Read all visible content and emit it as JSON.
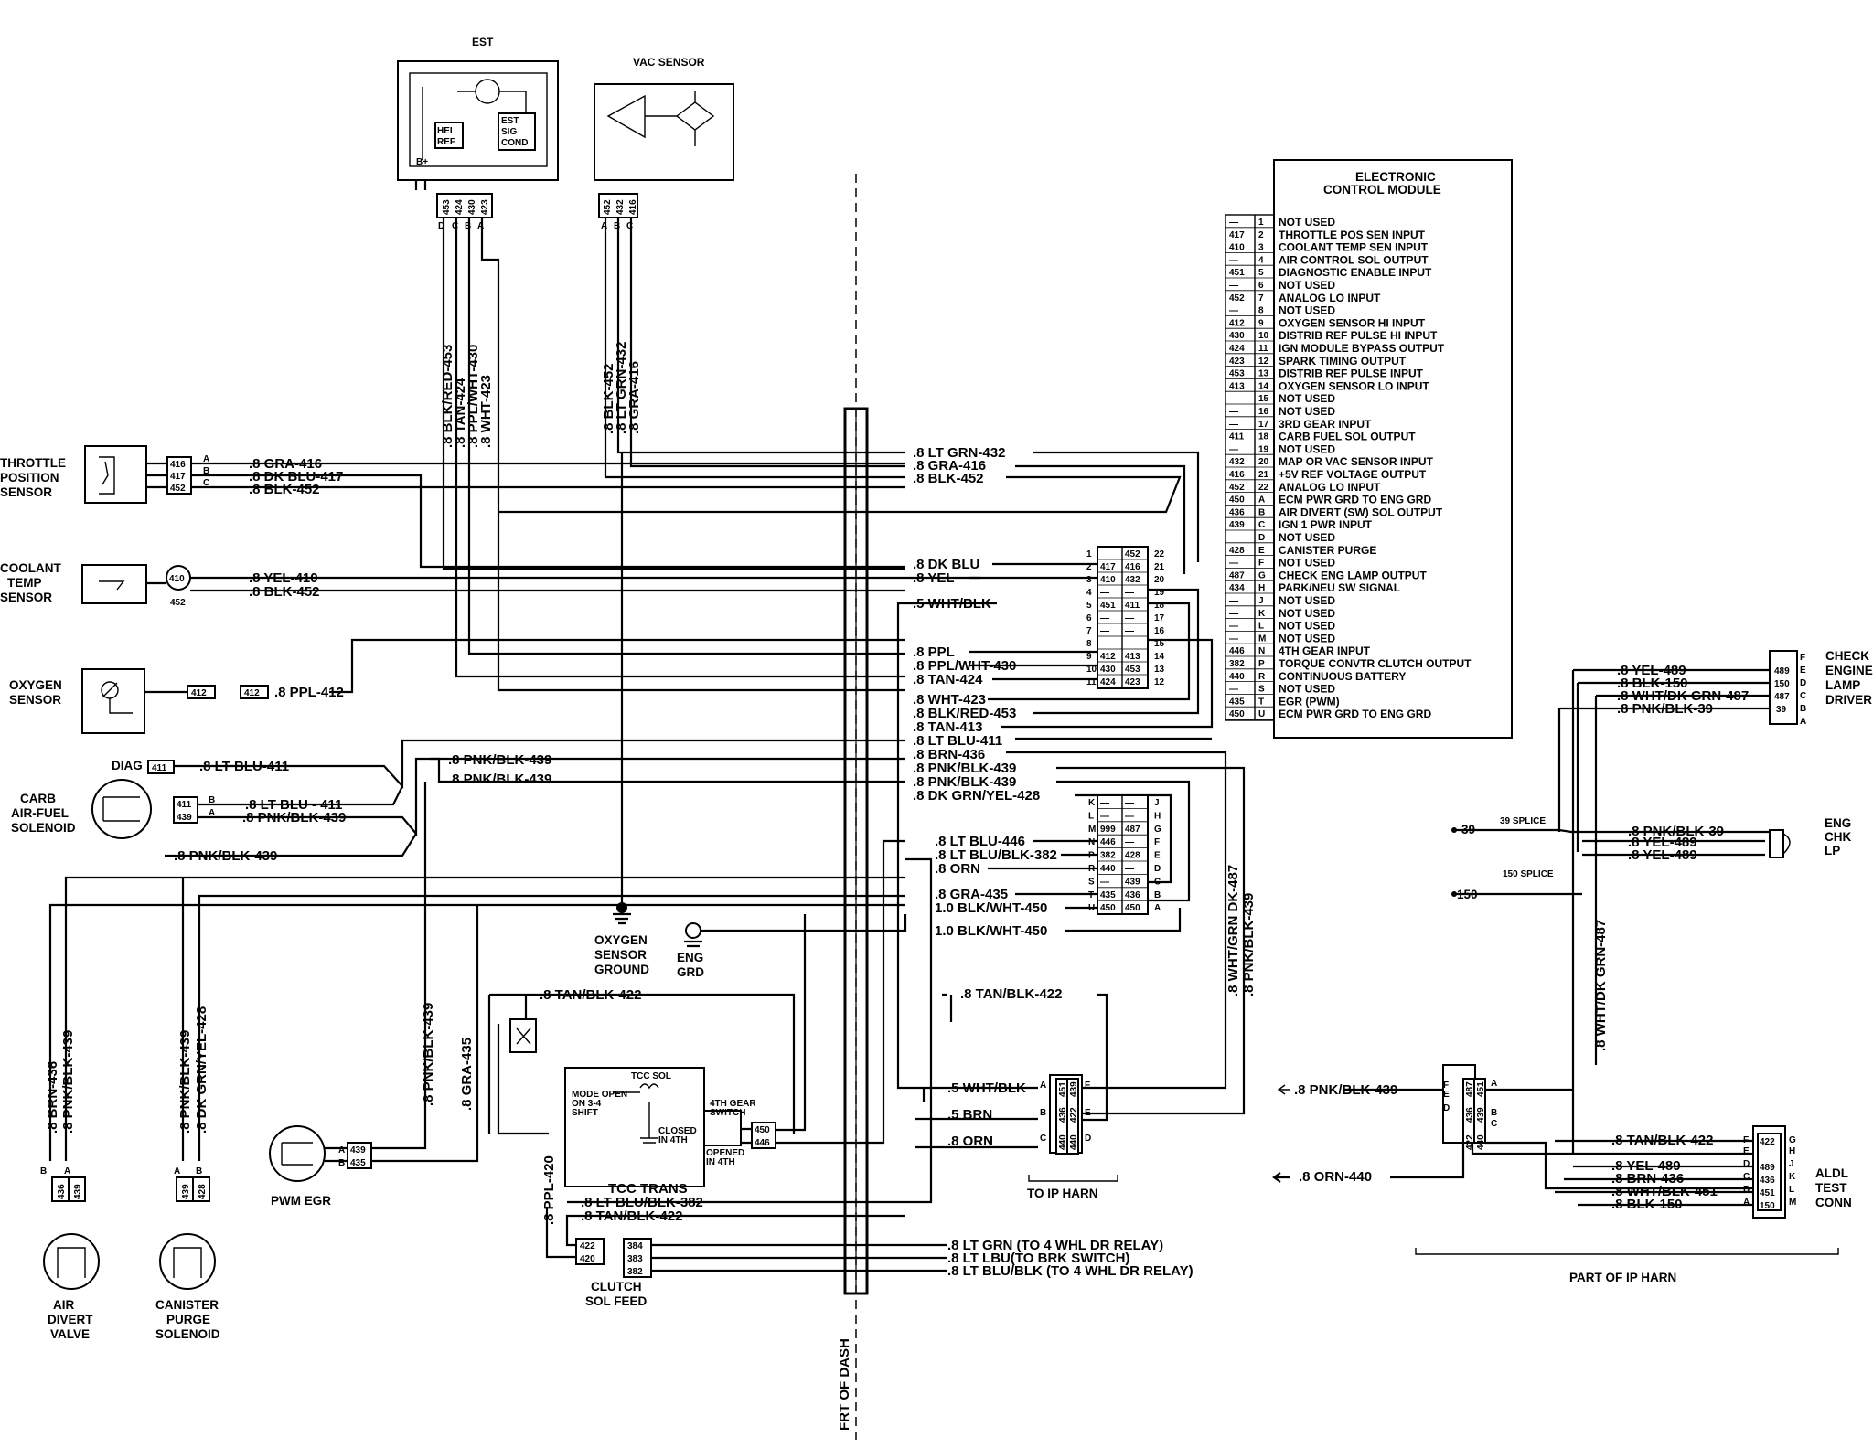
{
  "components": {
    "est": {
      "title": "EST",
      "hei_ref": "HEI\nREF",
      "est_sig": "EST\nSIG\nCOND",
      "b_plus": "B+",
      "pins": [
        "453",
        "424",
        "430",
        "423"
      ],
      "pin_letters": [
        "D",
        "C",
        "B",
        "A"
      ]
    },
    "vac_sensor": {
      "title": "VAC SENSOR",
      "pins": [
        "452",
        "432",
        "416"
      ],
      "pin_letters": [
        "A",
        "B",
        "C"
      ]
    },
    "throttle": {
      "title": [
        "THROTTLE",
        "POSITION",
        "SENSOR"
      ],
      "pins": [
        "416",
        "417",
        "452"
      ],
      "pin_letters": [
        "A",
        "B",
        "C"
      ]
    },
    "coolant": {
      "title": [
        "COOLANT",
        "TEMP",
        "SENSOR"
      ],
      "pin": "410",
      "pin2": "452"
    },
    "oxygen": {
      "title": [
        "OXYGEN",
        "SENSOR"
      ],
      "pin": "412",
      "pin2": "412"
    },
    "diag": {
      "title": "DIAG",
      "pin": "411"
    },
    "carb": {
      "title": [
        "CARB",
        "AIR-FUEL",
        "SOLENOID"
      ],
      "pins": [
        "411",
        "439"
      ],
      "pin_letters": [
        "B",
        "A"
      ]
    },
    "pwm_egr": {
      "title": "PWM EGR",
      "pins": [
        "439",
        "435"
      ],
      "pin_letters": [
        "A",
        "B"
      ]
    },
    "air_divert": {
      "title": [
        "AIR",
        "DIVERT",
        "VALVE"
      ],
      "pins": [
        "436",
        "439"
      ],
      "pin_letters": [
        "B",
        "A"
      ]
    },
    "canister": {
      "title": [
        "CANISTER",
        "PURGE",
        "SOLENOID"
      ],
      "pins": [
        "439",
        "428"
      ],
      "pin_letters": [
        "A",
        "B"
      ]
    },
    "o2_ground": {
      "title": [
        "OXYGEN",
        "SENSOR",
        "GROUND"
      ]
    },
    "eng_grd": {
      "title": [
        "ENG",
        "GRD"
      ]
    },
    "tcc_trans": {
      "title": "TCC TRANS",
      "tcc_sol": "TCC SOL",
      "mode": "MODE OPEN\nON 3-4\nSHIFT",
      "closed": "CLOSED\nIN 4TH",
      "fourth": "4TH GEAR\nSWITCH",
      "opened": "OPENED\nIN 4TH",
      "pins": [
        "450",
        "446"
      ]
    },
    "clutch": {
      "title": [
        "CLUTCH",
        "SOL FEED"
      ],
      "pins_left": [
        "422",
        "420"
      ],
      "pins_right": [
        "384",
        "383",
        "382"
      ]
    },
    "to_ip": {
      "title": "TO IP HARN",
      "pins": [
        "451",
        "436",
        "440",
        "439",
        "422",
        "440"
      ]
    },
    "check_engine": {
      "title": [
        "CHECK",
        "ENGINE",
        "LAMP",
        "DRIVER"
      ],
      "pins": [
        "489",
        "150",
        "487",
        "39"
      ],
      "letters": [
        "F",
        "E",
        "D",
        "C",
        "B",
        "A"
      ]
    },
    "eng_chk_lp": {
      "title": [
        "ENG",
        "CHK",
        "LP"
      ]
    },
    "aldl": {
      "title": [
        "ALDL",
        "TEST",
        "CONN"
      ],
      "pins": [
        "422",
        "489",
        "436",
        "451",
        "150"
      ],
      "letters": [
        "G",
        "H",
        "J",
        "K",
        "L",
        "M"
      ]
    },
    "part_ip": {
      "title": "PART OF IP HARN"
    },
    "frt_dash": {
      "title": "FRT OF DASH"
    },
    "splice39": {
      "title": "39 SPLICE",
      "num": "39"
    },
    "splice150": {
      "title": "150 SPLICE",
      "num": "150"
    }
  },
  "ecm": {
    "title": [
      "ELECTRONIC",
      "CONTROL MODULE"
    ],
    "rows": [
      {
        "wire": "—",
        "pin": "1",
        "label": "NOT USED"
      },
      {
        "wire": "417",
        "pin": "2",
        "label": "THROTTLE POS SEN  INPUT"
      },
      {
        "wire": "410",
        "pin": "3",
        "label": "COOLANT TEMP SEN  INPUT"
      },
      {
        "wire": "—",
        "pin": "4",
        "label": "AIR CONTROL SOL  OUTPUT"
      },
      {
        "wire": "451",
        "pin": "5",
        "label": "DIAGNOSTIC ENABLE  INPUT"
      },
      {
        "wire": "—",
        "pin": "6",
        "label": "NOT USED"
      },
      {
        "wire": "452",
        "pin": "7",
        "label": "ANALOG LO INPUT"
      },
      {
        "wire": "—",
        "pin": "8",
        "label": "NOT USED"
      },
      {
        "wire": "412",
        "pin": "9",
        "label": "OXYGEN SENSOR HI  INPUT"
      },
      {
        "wire": "430",
        "pin": "10",
        "label": "DISTRIB REF PULSE  HI  INPUT"
      },
      {
        "wire": "424",
        "pin": "11",
        "label": "IGN MODULE BYPASS  OUTPUT"
      },
      {
        "wire": "423",
        "pin": "12",
        "label": "SPARK TIMING OUTPUT"
      },
      {
        "wire": "453",
        "pin": "13",
        "label": "DISTRIB REF PULSE  INPUT"
      },
      {
        "wire": "413",
        "pin": "14",
        "label": "OXYGEN SENSOR LO INPUT"
      },
      {
        "wire": "—",
        "pin": "15",
        "label": "NOT USED"
      },
      {
        "wire": "—",
        "pin": "16",
        "label": "NOT USED"
      },
      {
        "wire": "—",
        "pin": "17",
        "label": "3RD GEAR INPUT"
      },
      {
        "wire": "411",
        "pin": "18",
        "label": "CARB FUEL SOL  OUTPUT"
      },
      {
        "wire": "—",
        "pin": "19",
        "label": "NOT USED"
      },
      {
        "wire": "432",
        "pin": "20",
        "label": "MAP OR VAC SENSOR  INPUT"
      },
      {
        "wire": "416",
        "pin": "21",
        "label": "+5V REF VOLTAGE  OUTPUT"
      },
      {
        "wire": "452",
        "pin": "22",
        "label": "ANALOG LO INPUT"
      },
      {
        "wire": "450",
        "pin": "A",
        "label": "ECM PWR GRD TO ENG GRD"
      },
      {
        "wire": "436",
        "pin": "B",
        "label": "AIR DIVERT (SW) SOL  OUTPUT"
      },
      {
        "wire": "439",
        "pin": "C",
        "label": "IGN 1 PWR INPUT"
      },
      {
        "wire": "—",
        "pin": "D",
        "label": "NOT USED"
      },
      {
        "wire": "428",
        "pin": "E",
        "label": "CANISTER PURGE"
      },
      {
        "wire": "—",
        "pin": "F",
        "label": "NOT USED"
      },
      {
        "wire": "487",
        "pin": "G",
        "label": "CHECK ENG LAMP OUTPUT"
      },
      {
        "wire": "434",
        "pin": "H",
        "label": "PARK/NEU SW SIGNAL"
      },
      {
        "wire": "—",
        "pin": "J",
        "label": "NOT USED"
      },
      {
        "wire": "—",
        "pin": "K",
        "label": "NOT USED"
      },
      {
        "wire": "—",
        "pin": "L",
        "label": "NOT USED"
      },
      {
        "wire": "—",
        "pin": "M",
        "label": "NOT USED"
      },
      {
        "wire": "446",
        "pin": "N",
        "label": "4TH GEAR INPUT"
      },
      {
        "wire": "382",
        "pin": "P",
        "label": "TORQUE CONVTR CLUTCH OUTPUT"
      },
      {
        "wire": "440",
        "pin": "R",
        "label": "CONTINUOUS BATTERY"
      },
      {
        "wire": "—",
        "pin": "S",
        "label": "NOT USED"
      },
      {
        "wire": "435",
        "pin": "T",
        "label": "EGR (PWM)"
      },
      {
        "wire": "450",
        "pin": "U",
        "label": "ECM PWR GRD TO ENG GRD"
      }
    ]
  },
  "connector_a": {
    "left_nums": [
      "1",
      "2",
      "3",
      "4",
      "5",
      "6",
      "7",
      "8",
      "9",
      "10",
      "11"
    ],
    "right_nums": [
      "22",
      "21",
      "20",
      "19",
      "18",
      "17",
      "16",
      "15",
      "14",
      "13",
      "12"
    ],
    "rows": [
      [
        "",
        "452"
      ],
      [
        "417",
        "416"
      ],
      [
        "410",
        "432"
      ],
      [
        "—",
        "—"
      ],
      [
        "451",
        "411"
      ],
      [
        "—",
        "—"
      ],
      [
        "—",
        "—"
      ],
      [
        "—",
        "—"
      ],
      [
        "412",
        "413"
      ],
      [
        "430",
        "453"
      ],
      [
        "424",
        "423"
      ]
    ]
  },
  "connector_b": {
    "left_letters": [
      "K",
      "L",
      "M",
      "N",
      "P",
      "R",
      "S",
      "T",
      "U"
    ],
    "right_letters": [
      "J",
      "H",
      "G",
      "F",
      "E",
      "D",
      "C",
      "B",
      "A"
    ],
    "rows": [
      [
        "—",
        "—"
      ],
      [
        "—",
        "—"
      ],
      [
        "999",
        "487"
      ],
      [
        "446",
        "—"
      ],
      [
        "382",
        "428"
      ],
      [
        "440",
        "—"
      ],
      [
        "—",
        "439"
      ],
      [
        "435",
        "436"
      ],
      [
        "450",
        "450"
      ]
    ]
  },
  "wire_labels": [
    ".8 GRA-416",
    ".8 DK BLU-417",
    ".8 BLK-452",
    ".8 YEL-410",
    ".8 BLK-452",
    ".8 PPL-412",
    ".8 LT BLU-411",
    ".8 LT BLU - 411",
    ".8 PNK/BLK-439",
    ".8 PNK/BLK-439",
    ".8 BLK/RED-453",
    ".8 TAN-424",
    ".8 PPL/WHT-430",
    ".8 WHT-423",
    ".8 BLK-452",
    ".8 LT GRN-432",
    ".8 GRA-416",
    ".8 LT GRN-432",
    ".8 GRA-416",
    ".8 BLK-452",
    ".8 DK BLU",
    ".8 YEL",
    ".5 WHT/BLK",
    ".8 PPL",
    ".8 PPL/WHT-430",
    ".8 TAN-424",
    ".8 WHT-423",
    ".8 BLK/RED-453",
    ".8 TAN-413",
    ".8 LT BLU-411",
    ".8 BRN-436",
    ".8 PNK/BLK-439",
    ".8 PNK/BLK-439",
    ".8 DK GRN/YEL-428",
    ".8 PNK/BLK-439",
    ".8 PNK/BLK-439",
    ".8 PNK/BLK-439",
    ".8 LT BLU-446",
    ".8 LT BLU/BLK-382",
    ".8 ORN",
    ".8 GRA-435",
    "1.0 BLK/WHT-450",
    "1.0 BLK/WHT-450",
    ".8 TAN/BLK-422",
    ".8 TAN/BLK-422",
    ".5 WHT/BLK",
    ".5 BRN",
    ".8 ORN",
    ".8 LT BLU/BLK-382",
    ".8 TAN/BLK-422",
    ".8 PPL-420",
    ".8 LT GRN (TO 4 WHL DR RELAY)",
    ".8 LT LBU(TO BRK SWITCH)",
    ".8 LT BLU/BLK (TO 4 WHL DR RELAY)",
    ".8 BRN-436",
    ".8 PNK/BLK-439",
    ".8 PNK/BLK-439",
    ".8 DK GRN/YEL-428",
    ".8 PNK/BLK-439",
    ".8 GRA-435",
    ".8 WHT/GRN DK-487",
    ".8 PNK/BLK-439",
    ".8 YEL-489",
    ".8 BLK-150",
    ".8 WHT/DK GRN-487",
    ".8 PNK/BLK-39",
    ".8 PNK/BLK-39",
    ".8 YEL-489",
    ".8 YEL-489",
    ".8 WHT/DK GRN-487",
    ".8 PNK/BLK-439",
    ".8 ORN-440",
    ".8 TAN/BLK-422",
    ".8 YEL-489",
    ".8 BRN-436",
    ".8 WHT/BLK-451",
    ".8 BLK-150"
  ]
}
